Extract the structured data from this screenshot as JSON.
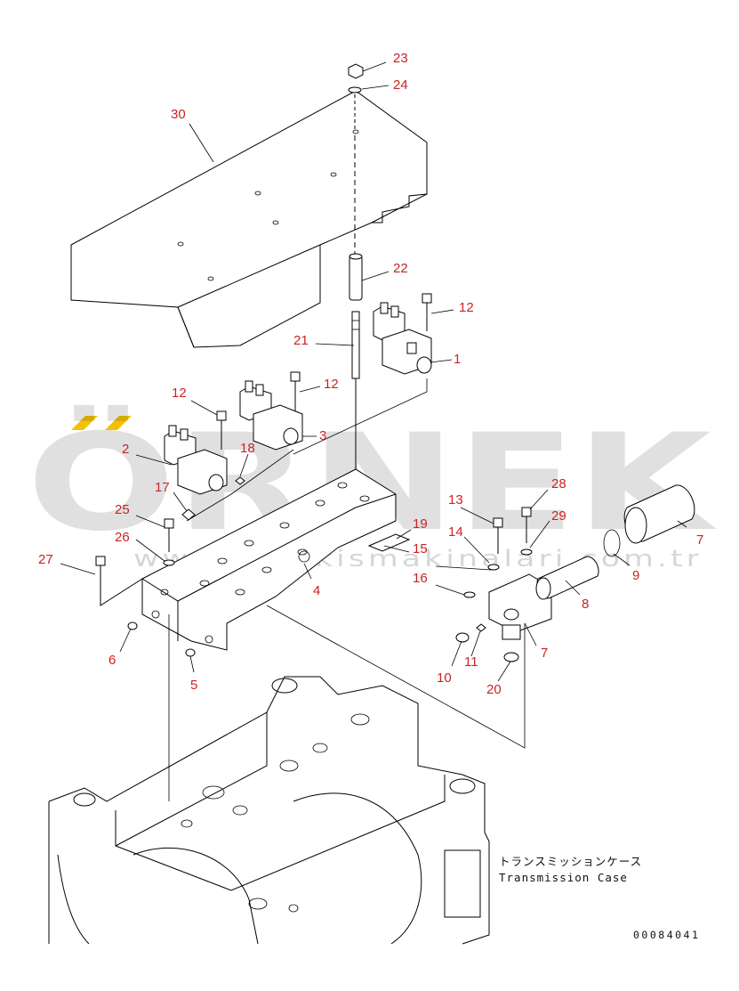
{
  "watermark": {
    "brand": "ÖRNEK",
    "url": "www.ornekismakinalari.com.tr",
    "accent_color": "#f2c200"
  },
  "callouts": [
    {
      "id": "23",
      "text": "23"
    },
    {
      "id": "24",
      "text": "24"
    },
    {
      "id": "30",
      "text": "30"
    },
    {
      "id": "22",
      "text": "22"
    },
    {
      "id": "12a",
      "text": "12"
    },
    {
      "id": "21",
      "text": "21"
    },
    {
      "id": "1",
      "text": "1"
    },
    {
      "id": "12b",
      "text": "12"
    },
    {
      "id": "12c",
      "text": "12"
    },
    {
      "id": "3",
      "text": "3"
    },
    {
      "id": "2",
      "text": "2"
    },
    {
      "id": "18",
      "text": "18"
    },
    {
      "id": "17",
      "text": "17"
    },
    {
      "id": "25",
      "text": "25"
    },
    {
      "id": "26",
      "text": "26"
    },
    {
      "id": "27",
      "text": "27"
    },
    {
      "id": "19",
      "text": "19"
    },
    {
      "id": "15",
      "text": "15"
    },
    {
      "id": "4",
      "text": "4"
    },
    {
      "id": "13",
      "text": "13"
    },
    {
      "id": "28",
      "text": "28"
    },
    {
      "id": "29",
      "text": "29"
    },
    {
      "id": "14",
      "text": "14"
    },
    {
      "id": "16",
      "text": "16"
    },
    {
      "id": "7a",
      "text": "7"
    },
    {
      "id": "9",
      "text": "9"
    },
    {
      "id": "8",
      "text": "8"
    },
    {
      "id": "7b",
      "text": "7"
    },
    {
      "id": "6",
      "text": "6"
    },
    {
      "id": "5",
      "text": "5"
    },
    {
      "id": "10",
      "text": "10"
    },
    {
      "id": "11",
      "text": "11"
    },
    {
      "id": "20",
      "text": "20"
    }
  ],
  "case_label": {
    "jp": "トランスミッションケース",
    "en": "Transmission Case"
  },
  "document_number": "00084041"
}
